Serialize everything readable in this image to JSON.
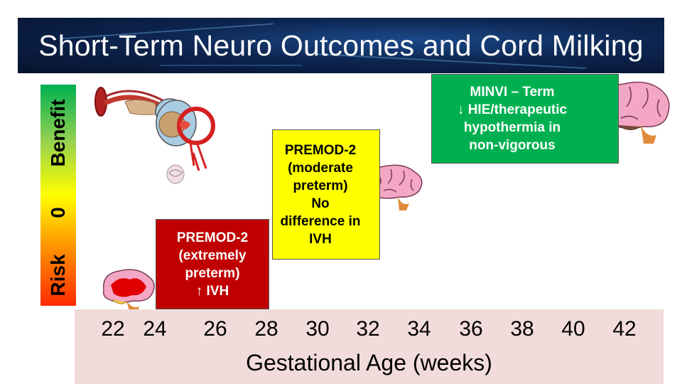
{
  "title": "Short-Term Neuro Outcomes and Cord Milking",
  "scale": {
    "labels": [
      "Benefit",
      "0",
      "Risk"
    ]
  },
  "axis": {
    "title": "Gestational Age (weeks)",
    "ticks": [
      "22",
      "24",
      "26",
      "28",
      "30",
      "32",
      "34",
      "36",
      "38",
      "40",
      "42"
    ]
  },
  "boxes": {
    "extremely_preterm": {
      "lines": [
        "PREMOD-2",
        "(extremely",
        "preterm)",
        "↑ IVH"
      ],
      "color": "#c00000"
    },
    "moderate_preterm": {
      "lines": [
        "PREMOD-2",
        "(moderate",
        "preterm)",
        "No",
        "difference in",
        "IVH"
      ],
      "color": "#ffff00"
    },
    "term": {
      "lines": [
        "MINVI – Term",
        "↓ HIE/therapeutic",
        "hypothermia in",
        "non-vigorous"
      ],
      "color": "#00b050"
    }
  },
  "illustrations": {
    "cord_milking": "umbilical-cord-milking-illustration",
    "brain_injured": "brain-with-hemorrhage-icon",
    "brain_moderate": "brain-icon",
    "brain_term": "brain-icon"
  }
}
